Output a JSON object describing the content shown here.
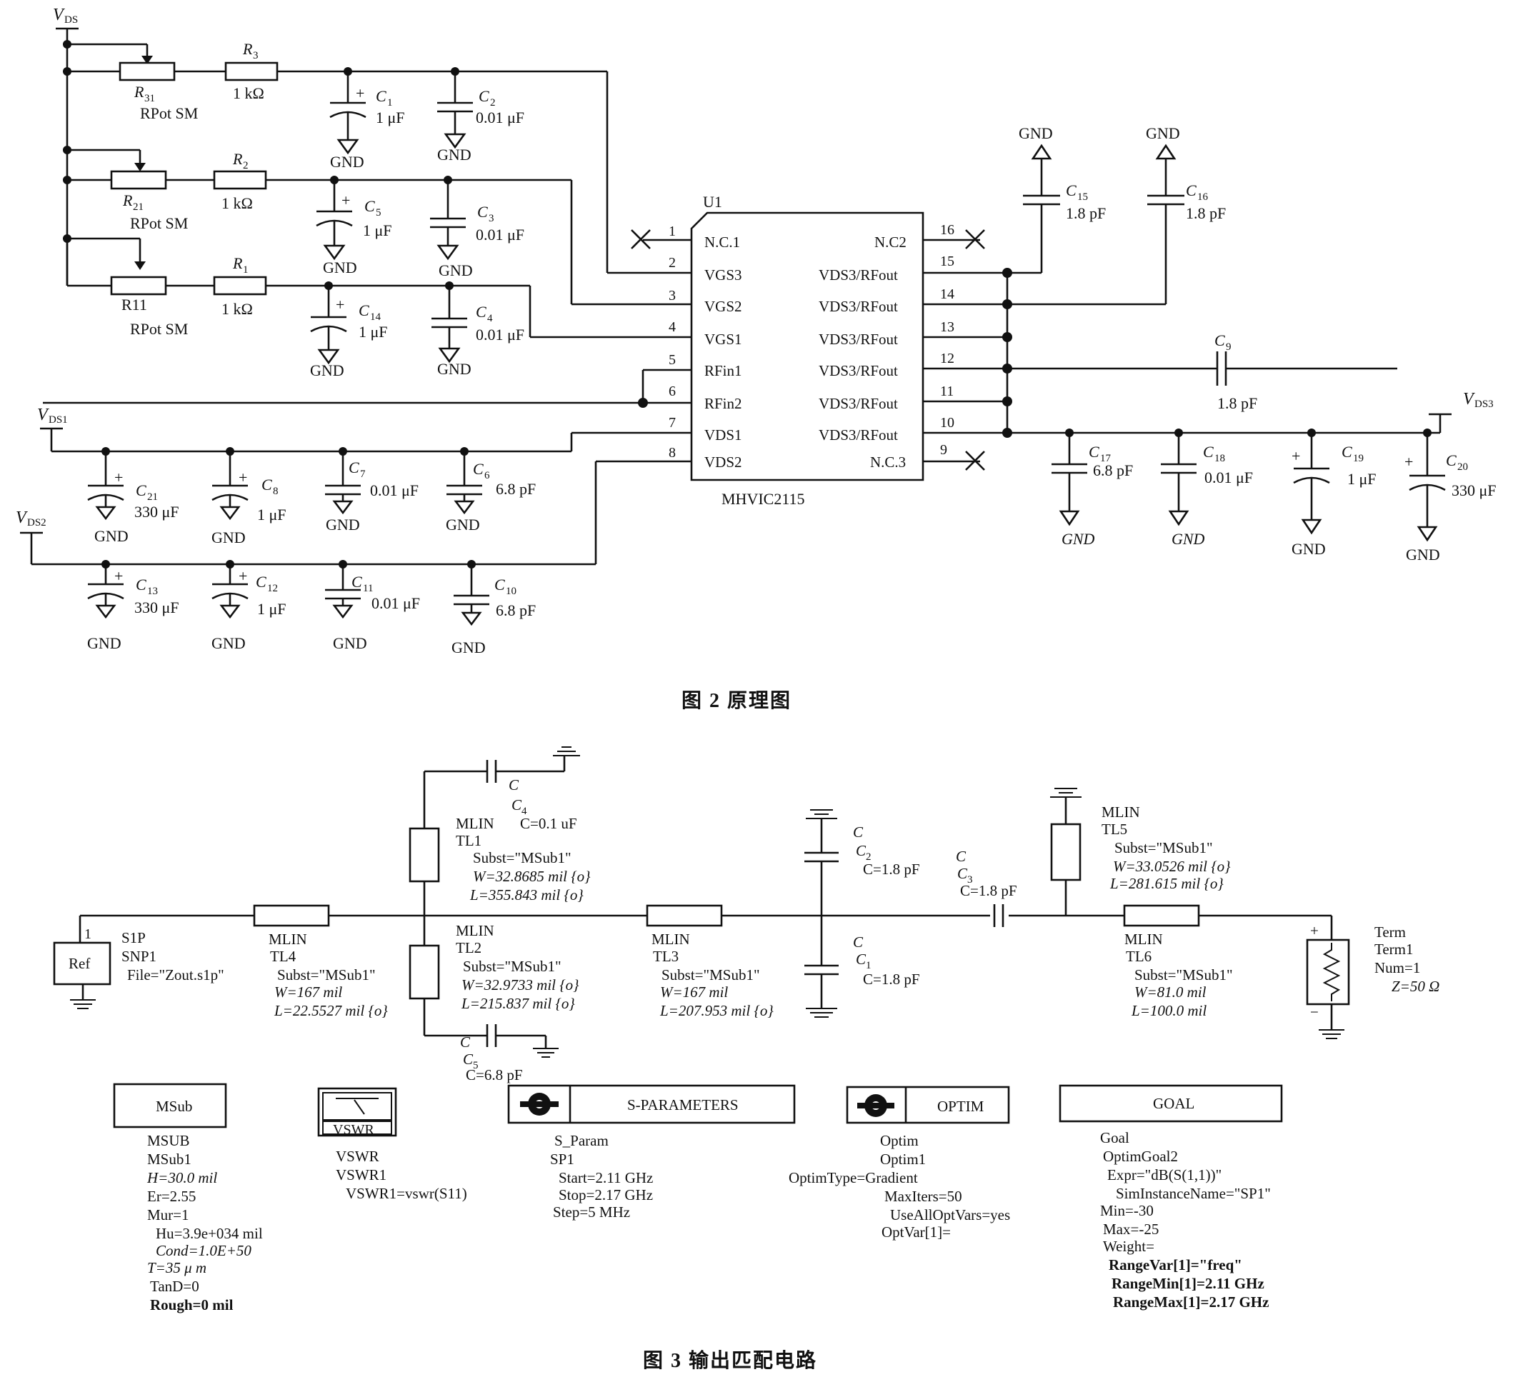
{
  "fig2": {
    "caption": "图 2   原理图",
    "supplies": {
      "vds": "V",
      "vds_sub": "DS",
      "vds1": "V",
      "vds1_sub": "DS1",
      "vds2": "V",
      "vds2_sub": "DS2",
      "vds3": "V",
      "vds3_sub": "DS3"
    },
    "bias": {
      "r31": "R",
      "r31_sub": "31",
      "r21": "R",
      "r21_sub": "21",
      "r11": "R11",
      "rpot": "RPot SM",
      "r3": "R",
      "r3_sub": "3",
      "r2": "R",
      "r2_sub": "2",
      "r1": "R",
      "r1_sub": "1",
      "rval": "1 kΩ",
      "c1": "C",
      "c1_sub": "1",
      "c2": "C",
      "c2_sub": "2",
      "c5": "C",
      "c5_sub": "5",
      "c3": "C",
      "c3_sub": "3",
      "c14": "C",
      "c14_sub": "14",
      "c4": "C",
      "c4_sub": "4",
      "v1uf": "1 μF",
      "v001uf": "0.01 μF"
    },
    "gnd": "GND",
    "plus": "+",
    "ic": {
      "ref": "U1",
      "part": "MHVIC2115",
      "left_pins": [
        {
          "num": "1",
          "name": "N.C.1"
        },
        {
          "num": "2",
          "name": "VGS3"
        },
        {
          "num": "3",
          "name": "VGS2"
        },
        {
          "num": "4",
          "name": "VGS1"
        },
        {
          "num": "5",
          "name": "RFin1"
        },
        {
          "num": "6",
          "name": "RFin2"
        },
        {
          "num": "7",
          "name": "VDS1"
        },
        {
          "num": "8",
          "name": "VDS2"
        }
      ],
      "right_pins": [
        {
          "num": "16",
          "name": "N.C2"
        },
        {
          "num": "15",
          "name": "VDS3/RFout"
        },
        {
          "num": "14",
          "name": "VDS3/RFout"
        },
        {
          "num": "13",
          "name": "VDS3/RFout"
        },
        {
          "num": "12",
          "name": "VDS3/RFout"
        },
        {
          "num": "11",
          "name": "VDS3/RFout"
        },
        {
          "num": "10",
          "name": "VDS3/RFout"
        },
        {
          "num": "9",
          "name": "N.C.3"
        }
      ]
    },
    "output": {
      "c15": "C",
      "c15_sub": "15",
      "c16": "C",
      "c16_sub": "16",
      "c9": "C",
      "c9_sub": "9",
      "v18pf": "1.8 pF",
      "c17": "C",
      "c17_sub": "17",
      "c18": "C",
      "c18_sub": "18",
      "c19": "C",
      "c19_sub": "19",
      "c20": "C",
      "c20_sub": "20",
      "v68pf": "6.8 pF",
      "v001uf": "0.01 μF",
      "v1uf": "1 μF",
      "v330uf": "330 μF"
    },
    "vds1_row": {
      "c21": "C",
      "c21_sub": "21",
      "c8": "C",
      "c8_sub": "8",
      "c7": "C",
      "c7_sub": "7",
      "c6": "C",
      "c6_sub": "6",
      "v330uf": "330 μF",
      "v1uf": "1 μF",
      "v001uf": "0.01 μF",
      "v68pf": "6.8 pF"
    },
    "vds2_row": {
      "c13": "C",
      "c13_sub": "13",
      "c12": "C",
      "c12_sub": "12",
      "c11": "C",
      "c11_sub": "11",
      "c10": "C",
      "c10_sub": "10",
      "v330uf": "330 μF",
      "v1uf": "1 μF",
      "v001uf": "0.01 μF",
      "v68pf": "6.8 pF"
    }
  },
  "fig3": {
    "caption": "图 3   输出匹配电路",
    "s1p": {
      "pin": "1",
      "ref": "Ref",
      "lines": [
        "S1P",
        "SNP1",
        "File=\"Zout.s1p\""
      ]
    },
    "tl4": [
      "MLIN",
      "TL4",
      "Subst=\"MSub1\"",
      "W=167 mil",
      "L=22.5527 mil {o}"
    ],
    "tl1": [
      "MLIN",
      "TL1",
      "Subst=\"MSub1\"",
      "W=32.8685 mil {o}",
      "L=355.843 mil {o}"
    ],
    "tl2": [
      "MLIN",
      "TL2",
      "Subst=\"MSub1\"",
      "W=32.9733 mil {o}",
      "L=215.837 mil {o}"
    ],
    "tl3": [
      "MLIN",
      "TL3",
      "Subst=\"MSub1\"",
      "W=167 mil",
      "L=207.953 mil {o}"
    ],
    "tl5": [
      "MLIN",
      "TL5",
      "Subst=\"MSub1\"",
      "W=33.0526 mil {o}",
      "L=281.615 mil {o}"
    ],
    "tl6": [
      "MLIN",
      "TL6",
      "Subst=\"MSub1\"",
      "W=81.0 mil",
      "L=100.0 mil"
    ],
    "c4": {
      "c": "C",
      "ref": "C",
      "sub": "4",
      "val": "C=0.1 uF"
    },
    "c5": {
      "c": "C",
      "ref": "C",
      "sub": "5",
      "val": "C=6.8 pF"
    },
    "c2": {
      "c": "C",
      "ref": "C",
      "sub": "2",
      "val": "C=1.8 pF"
    },
    "c1": {
      "c": "C",
      "ref": "C",
      "sub": "1",
      "val": "C=1.8 pF"
    },
    "c3": {
      "c": "C",
      "ref": "C",
      "sub": "3",
      "val": "C=1.8 pF"
    },
    "term": [
      "Term",
      "Term1",
      "Num=1",
      "Z=50  Ω"
    ],
    "term_plus": "+",
    "term_minus": "−",
    "msub_box": "MSub",
    "msub": [
      "MSUB",
      "MSub1",
      "H=30.0 mil",
      "Er=2.55",
      "Mur=1",
      "Hu=3.9e+034 mil",
      "Cond=1.0E+50",
      "T=35  μ m",
      "TanD=0",
      "Rough=0 mil"
    ],
    "vswr_box": "VSWR",
    "vswr": [
      "VSWR",
      "VSWR1",
      "VSWR1=vswr(S11)"
    ],
    "sparam_box": "S-PARAMETERS",
    "sparam": [
      "S_Param",
      "SP1",
      "Start=2.11 GHz",
      "Stop=2.17 GHz",
      "Step=5 MHz"
    ],
    "optim_box": "OPTIM",
    "optim": [
      "Optim",
      "Optim1",
      "OptimType=Gradient",
      "MaxIters=50",
      "UseAllOptVars=yes",
      "OptVar[1]="
    ],
    "goal_box": "GOAL",
    "goal": [
      "Goal",
      "OptimGoal2",
      "Expr=\"dB(S(1,1))\"",
      "SimInstanceName=\"SP1\"",
      "Min=-30",
      "Max=-25",
      "Weight=",
      "RangeVar[1]=\"freq\"",
      "RangeMin[1]=2.11 GHz",
      "RangeMax[1]=2.17 GHz"
    ]
  }
}
